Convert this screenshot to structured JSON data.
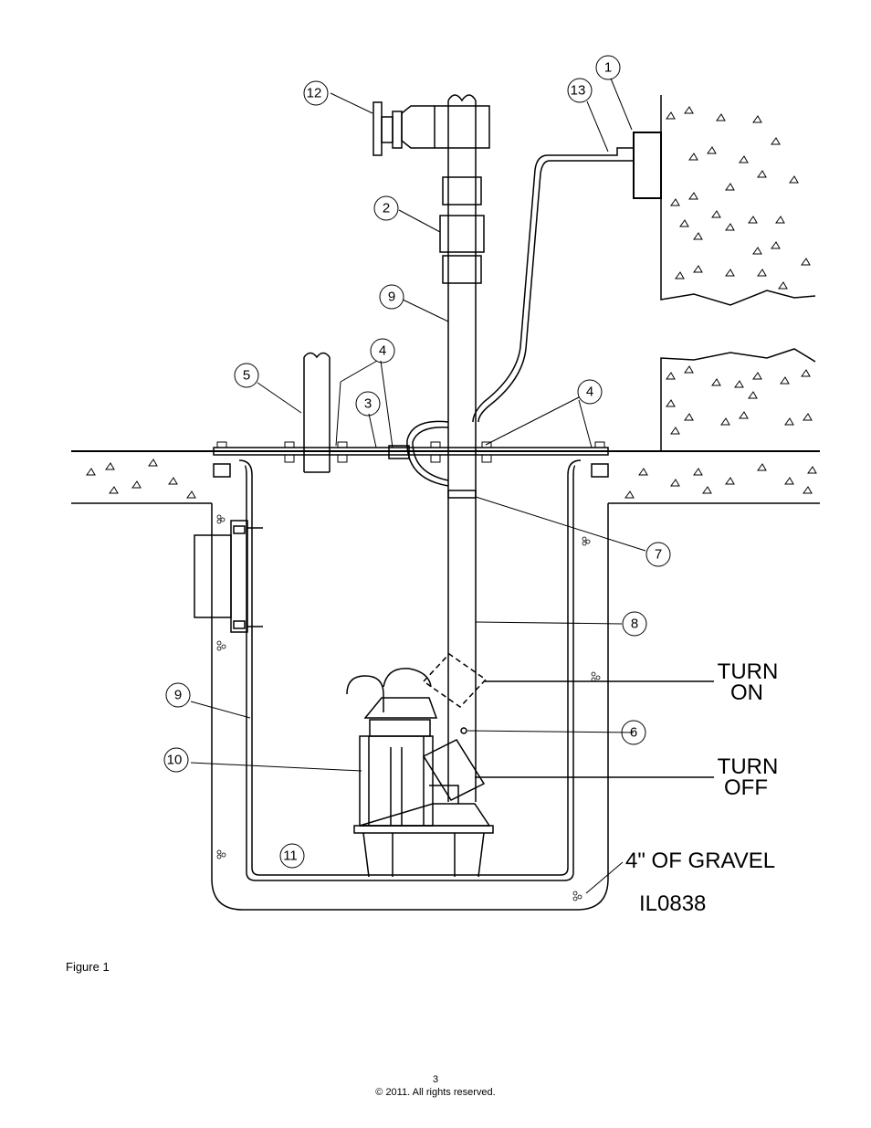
{
  "callouts": {
    "c1": "1",
    "c2": "2",
    "c3": "3",
    "c4a": "4",
    "c4b": "4",
    "c5": "5",
    "c6": "6",
    "c7": "7",
    "c8": "8",
    "c9a": "9",
    "c9b": "9",
    "c10": "10",
    "c11": "11",
    "c12": "12",
    "c13": "13"
  },
  "labels": {
    "turn_on_1": "TURN",
    "turn_on_2": "ON",
    "turn_off_1": "TURN",
    "turn_off_2": "OFF",
    "gravel": "4\" OF GRAVEL",
    "drawing_id": "IL0838"
  },
  "figure_caption": "Figure 1",
  "footer": {
    "page_number": "3",
    "copyright": "© 2011. All rights reserved."
  }
}
